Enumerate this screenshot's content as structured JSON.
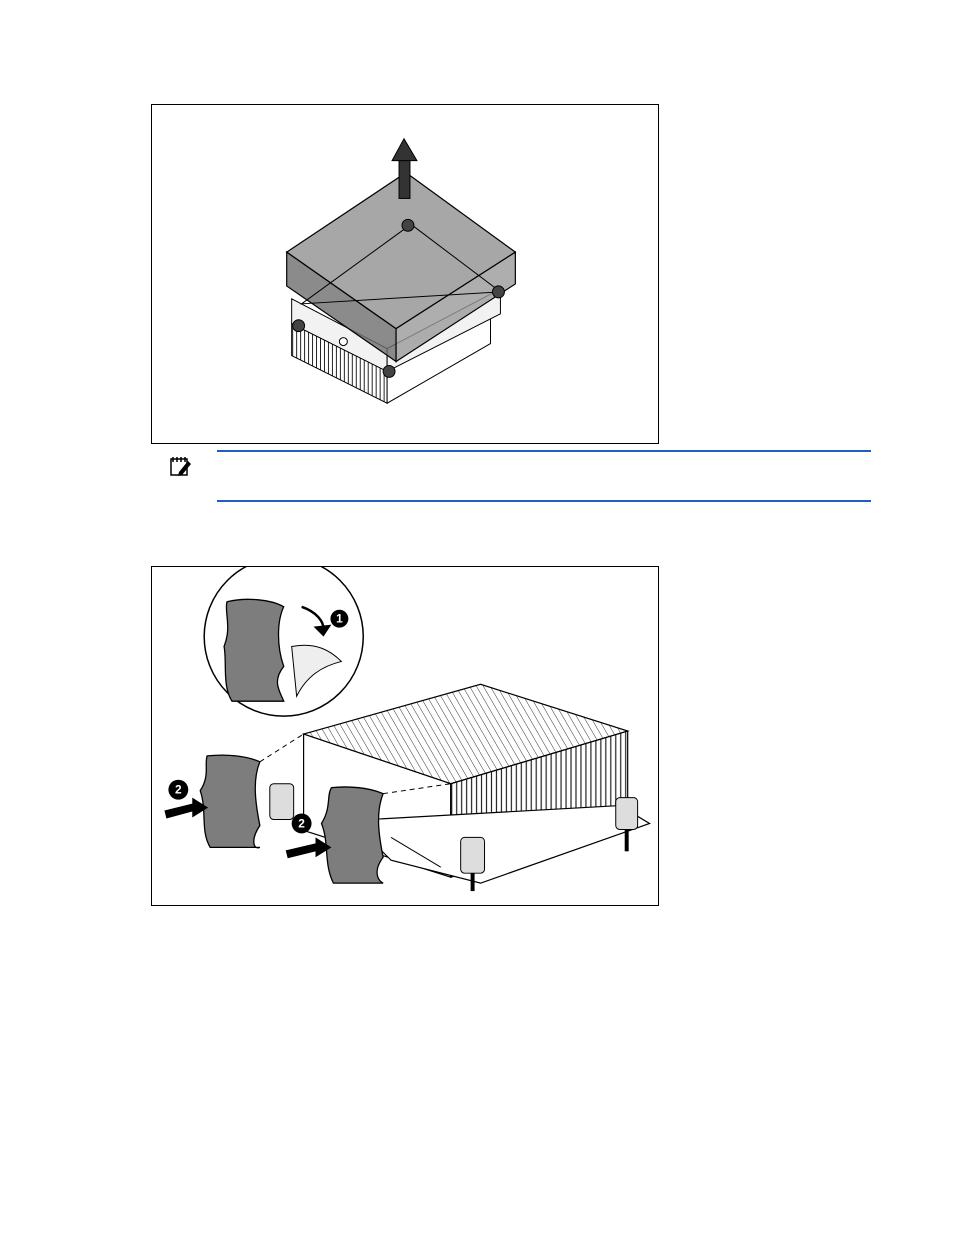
{
  "figures": [
    {
      "id": "remove-cover",
      "step_markers": []
    },
    {
      "id": "attach-baffles",
      "step_markers": [
        "1",
        "2",
        "2"
      ]
    }
  ],
  "note": {
    "icon": "important-icon",
    "text": ""
  },
  "colors": {
    "note_rule": "#1f5fbf",
    "cover_fill": "#7a7a7a",
    "baffle_fill": "#7d7d7d"
  }
}
